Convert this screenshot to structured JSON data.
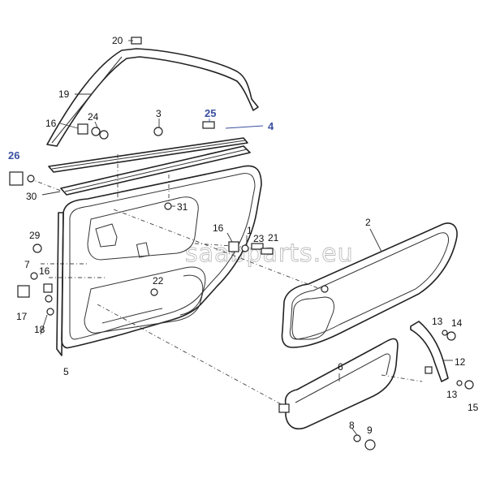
{
  "watermark": "saabparts.eu",
  "callouts": [
    {
      "id": "c20",
      "label": "20",
      "color": "black"
    },
    {
      "id": "c19",
      "label": "19",
      "color": "black"
    },
    {
      "id": "c16a",
      "label": "16",
      "color": "black"
    },
    {
      "id": "c24",
      "label": "24",
      "color": "black"
    },
    {
      "id": "c3",
      "label": "3",
      "color": "black"
    },
    {
      "id": "c25",
      "label": "25",
      "color": "blue"
    },
    {
      "id": "c4",
      "label": "4",
      "color": "blue"
    },
    {
      "id": "c26",
      "label": "26",
      "color": "blue"
    },
    {
      "id": "c30",
      "label": "30",
      "color": "black"
    },
    {
      "id": "c31",
      "label": "31",
      "color": "black"
    },
    {
      "id": "c16b",
      "label": "16",
      "color": "black"
    },
    {
      "id": "c1",
      "label": "1",
      "color": "black"
    },
    {
      "id": "c23",
      "label": "23",
      "color": "black"
    },
    {
      "id": "c21",
      "label": "21",
      "color": "black"
    },
    {
      "id": "c2",
      "label": "2",
      "color": "black"
    },
    {
      "id": "c29",
      "label": "29",
      "color": "black"
    },
    {
      "id": "c7",
      "label": "7",
      "color": "black"
    },
    {
      "id": "c16c",
      "label": "16",
      "color": "black"
    },
    {
      "id": "c22",
      "label": "22",
      "color": "black"
    },
    {
      "id": "c17",
      "label": "17",
      "color": "black"
    },
    {
      "id": "c18",
      "label": "18",
      "color": "black"
    },
    {
      "id": "c5",
      "label": "5",
      "color": "black"
    },
    {
      "id": "c13a",
      "label": "13",
      "color": "black"
    },
    {
      "id": "c14",
      "label": "14",
      "color": "black"
    },
    {
      "id": "c12",
      "label": "12",
      "color": "black"
    },
    {
      "id": "c13b",
      "label": "13",
      "color": "black"
    },
    {
      "id": "c15",
      "label": "15",
      "color": "black"
    },
    {
      "id": "c6",
      "label": "6",
      "color": "black"
    },
    {
      "id": "c8",
      "label": "8",
      "color": "black"
    },
    {
      "id": "c9",
      "label": "9",
      "color": "black"
    }
  ]
}
